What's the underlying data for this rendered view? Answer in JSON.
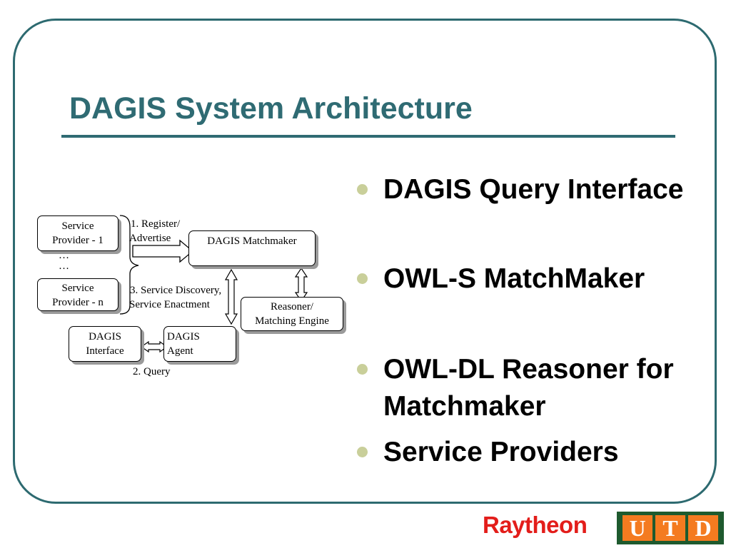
{
  "slide": {
    "title": "DAGIS System Architecture",
    "bullets": [
      "DAGIS Query Interface",
      "OWL-S MatchMaker",
      "OWL-DL Reasoner for Matchmaker",
      "Service Providers"
    ]
  },
  "diagram": {
    "provider_1": [
      "Service",
      "Provider - 1"
    ],
    "ellipsis": [
      "…",
      "…"
    ],
    "provider_n": [
      "Service",
      "Provider - n"
    ],
    "matchmaker": "DAGIS Matchmaker",
    "reasoner": [
      "Reasoner/",
      "Matching Engine"
    ],
    "interface": [
      "DAGIS",
      "Interface"
    ],
    "agent": [
      "DAGIS",
      "Agent"
    ],
    "register_label": [
      "1. Register/",
      "Advertise"
    ],
    "discovery_label": [
      "3. Service Discovery,",
      "Service Enactment"
    ],
    "query_label": "2. Query"
  },
  "logos": {
    "raytheon": "Raytheon",
    "utd": [
      "U",
      "T",
      "D"
    ]
  }
}
